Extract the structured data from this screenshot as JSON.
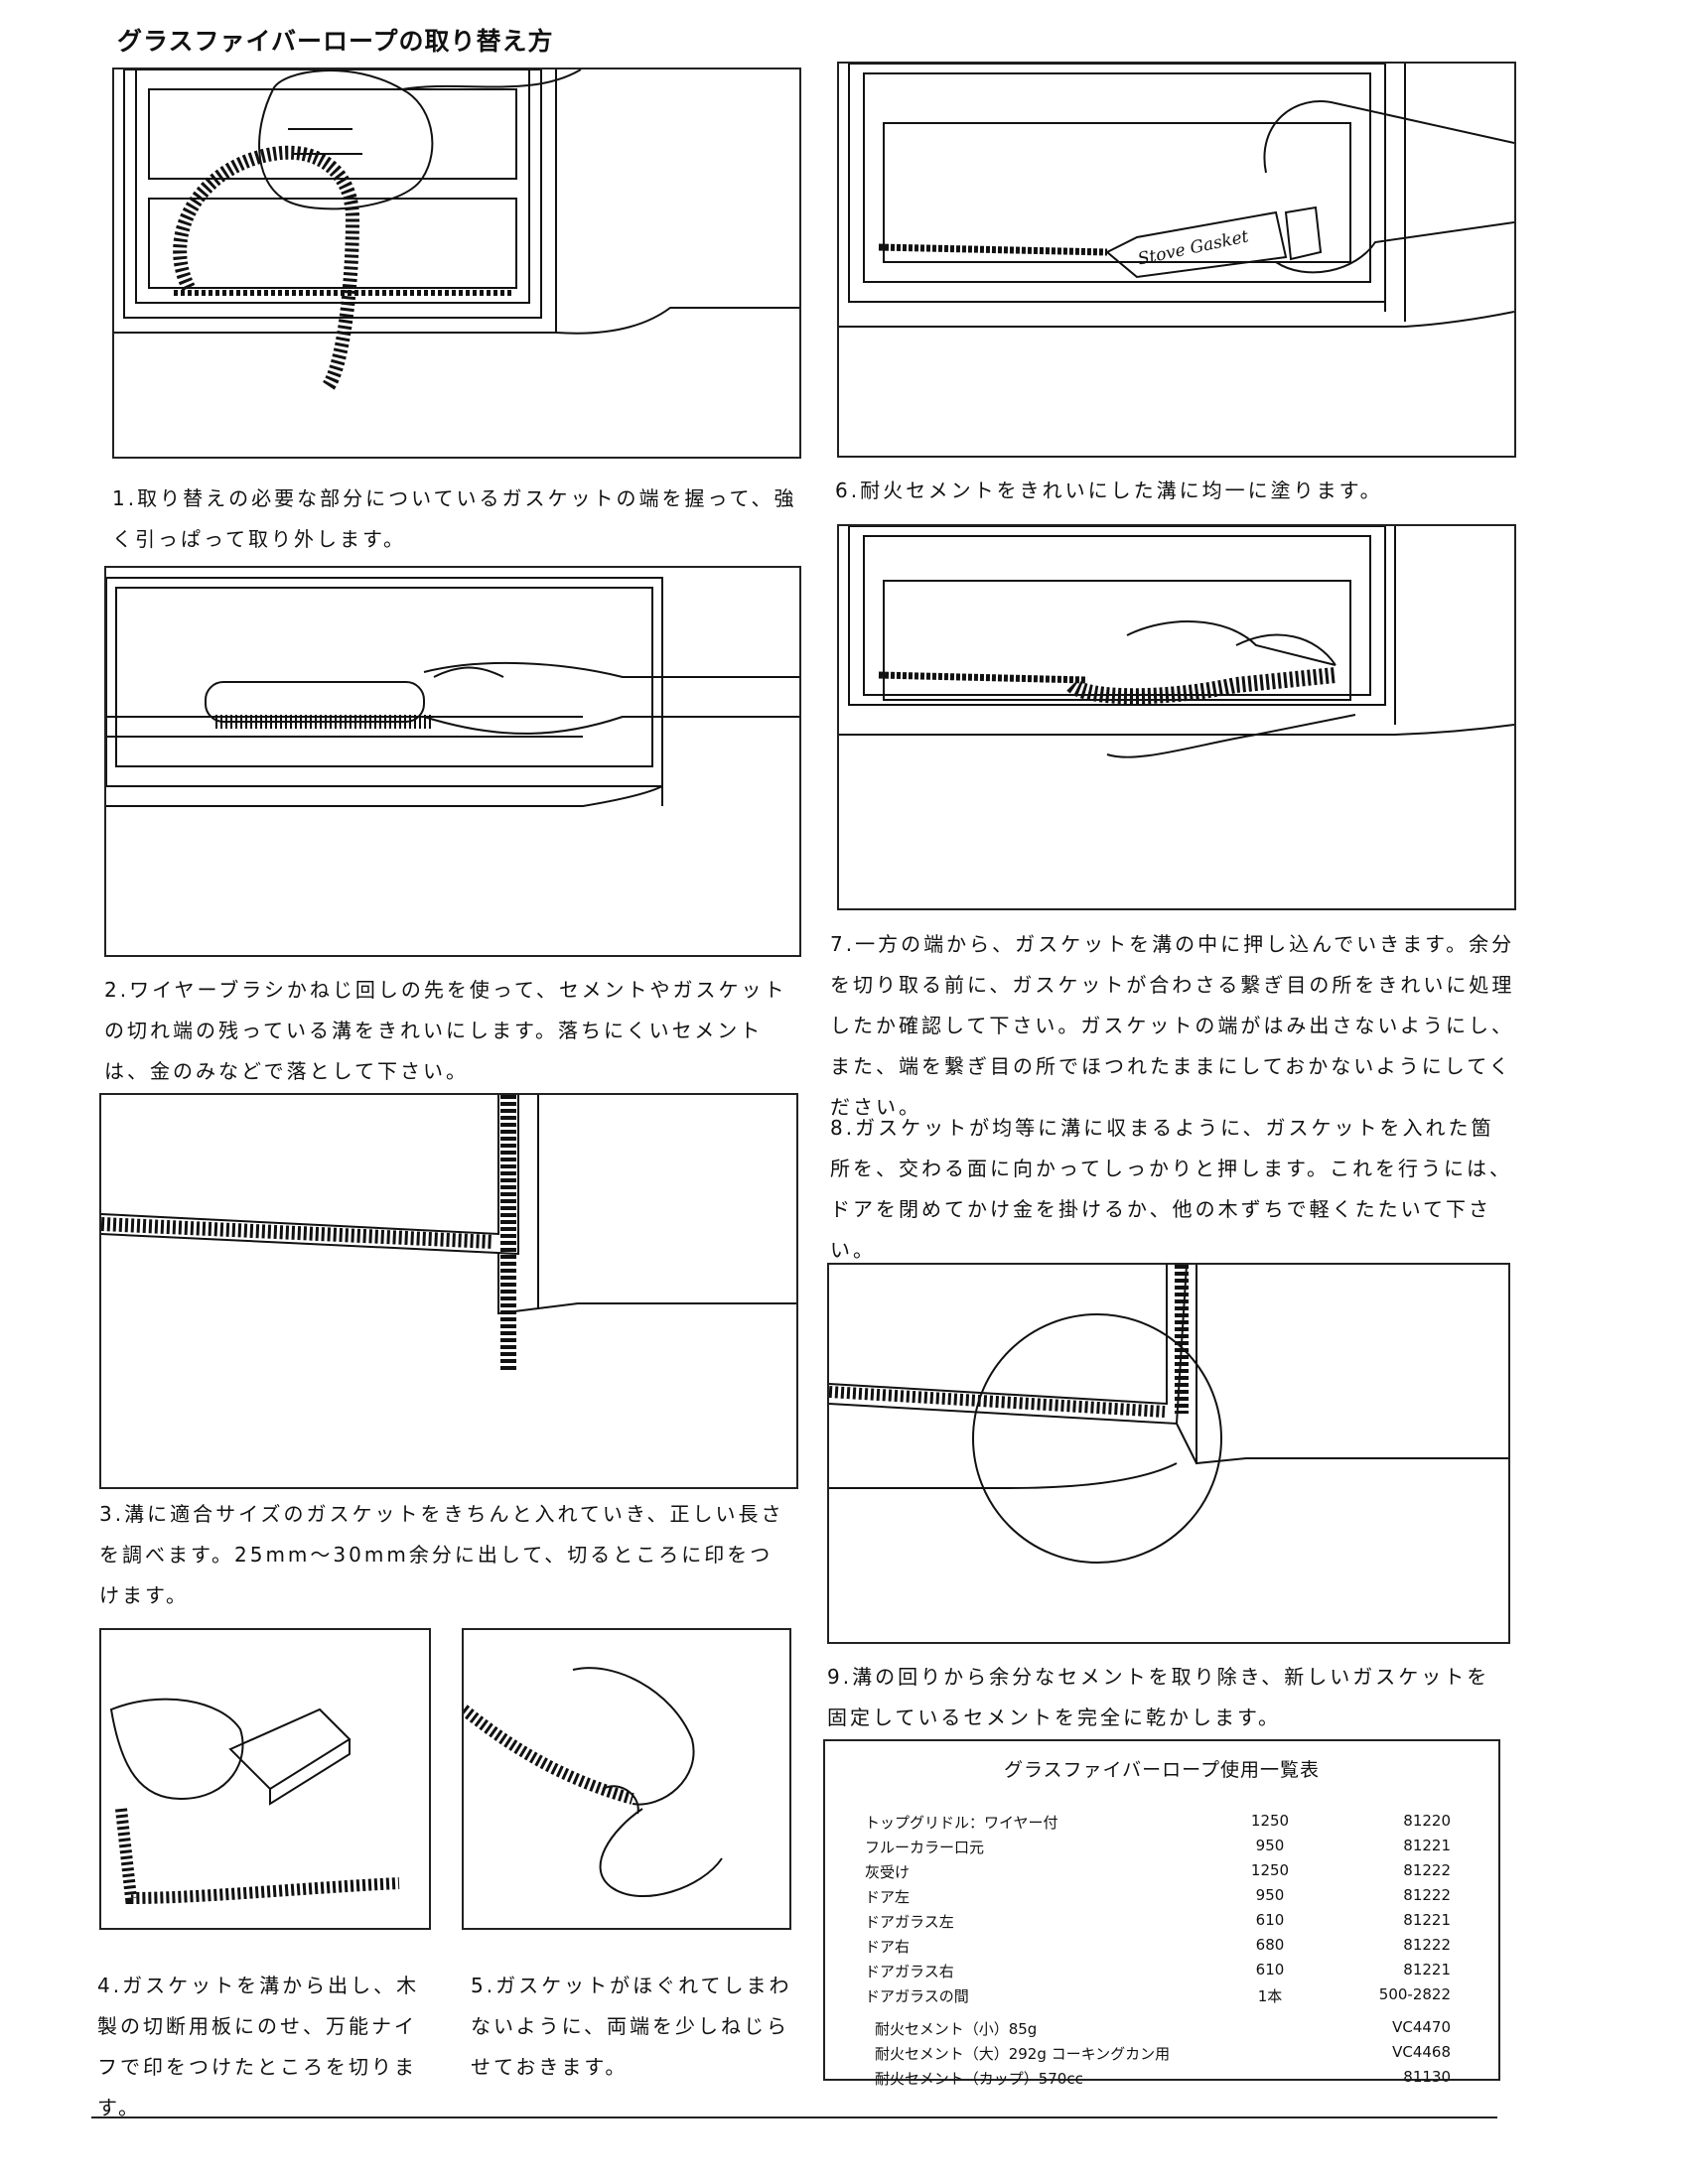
{
  "title": "グラスファイバーロープの取り替え方",
  "steps": {
    "s1": "1.取り替えの必要な部分についているガスケットの端を握って、強く引っぱって取り外します。",
    "s2": "2.ワイヤーブラシかねじ回しの先を使って、セメントやガスケットの切れ端の残っている溝をきれいにします。落ちにくいセメントは、金のみなどで落として下さい。",
    "s3": "3.溝に適合サイズのガスケットをきちんと入れていき、正しい長さを調べます。25mm～30mm余分に出して、切るところに印をつけます。",
    "s4": "4.ガスケットを溝から出し、木製の切断用板にのせ、万能ナイフで印をつけたところを切ります。",
    "s5": "5.ガスケットがほぐれてしまわないように、両端を少しねじらせておきます。",
    "s6": "6.耐火セメントをきれいにした溝に均一に塗ります。",
    "s7": "7.一方の端から、ガスケットを溝の中に押し込んでいきます。余分を切り取る前に、ガスケットが合わさる繋ぎ目の所をきれいに処理したか確認して下さい。ガスケットの端がはみ出さないようにし、また、端を繋ぎ目の所でほつれたままにしておかないようにしてください。",
    "s8": "8.ガスケットが均等に溝に収まるように、ガスケットを入れた箇所を、交わる面に向かってしっかりと押します。これを行うには、ドアを閉めてかけ金を掛けるか、他の木ずちで軽くたたいて下さい。",
    "s9": "9.溝の回りから余分なセメントを取り除き、新しいガスケットを固定しているセメントを完全に乾かします。"
  },
  "tube_label": "Stove Gasket",
  "table": {
    "title": "グラスファイバーロープ使用一覧表",
    "rows": [
      {
        "name": "トップグリドル：ワイヤー付",
        "length": "1250",
        "code": "81220"
      },
      {
        "name": "フルーカラー口元",
        "length": "950",
        "code": "81221"
      },
      {
        "name": "灰受け",
        "length": "1250",
        "code": "81222"
      },
      {
        "name": "ドア左",
        "length": "950",
        "code": "81222"
      },
      {
        "name": "ドアガラス左",
        "length": "610",
        "code": "81221"
      },
      {
        "name": "ドア右",
        "length": "680",
        "code": "81222"
      },
      {
        "name": "ドアガラス右",
        "length": "610",
        "code": "81221"
      },
      {
        "name": "ドアガラスの間",
        "length": "1本",
        "code": "500-2822"
      }
    ],
    "cement": [
      {
        "name": "耐火セメント（小）85g",
        "code": "VC4470"
      },
      {
        "name": "耐火セメント（大）292g コーキングカン用",
        "code": "VC4468"
      },
      {
        "name": "耐火セメント（カップ）570cc",
        "code": "81130"
      }
    ]
  }
}
